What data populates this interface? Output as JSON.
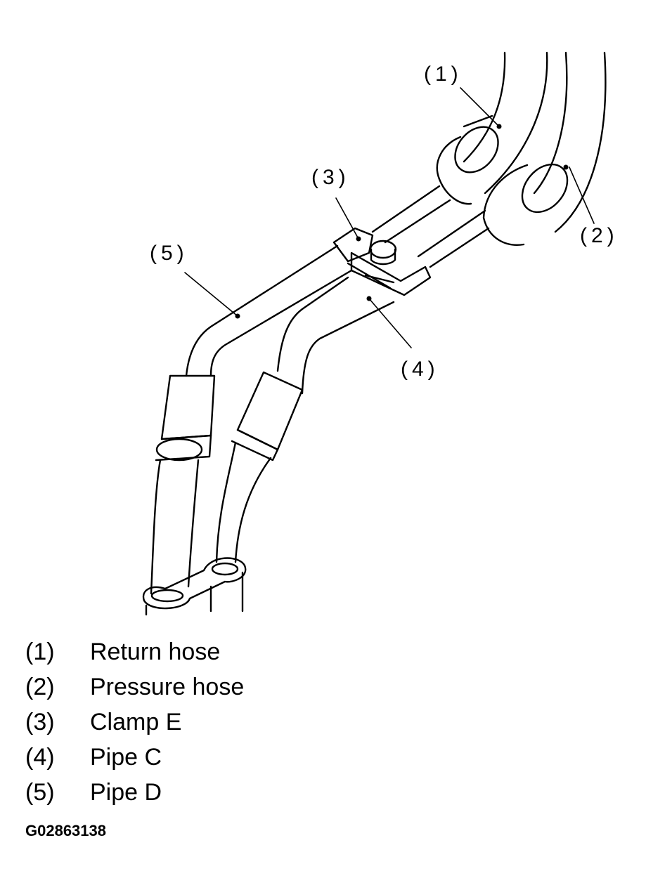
{
  "callouts": [
    {
      "num": "(1)"
    },
    {
      "num": "(2)"
    },
    {
      "num": "(3)"
    },
    {
      "num": "(4)"
    },
    {
      "num": "(5)"
    }
  ],
  "legend": [
    {
      "num": "(1)",
      "text": "Return hose"
    },
    {
      "num": "(2)",
      "text": "Pressure hose"
    },
    {
      "num": "(3)",
      "text": "Clamp E"
    },
    {
      "num": "(4)",
      "text": "Pipe C"
    },
    {
      "num": "(5)",
      "text": "Pipe D"
    }
  ],
  "figure_id": "G02863138"
}
